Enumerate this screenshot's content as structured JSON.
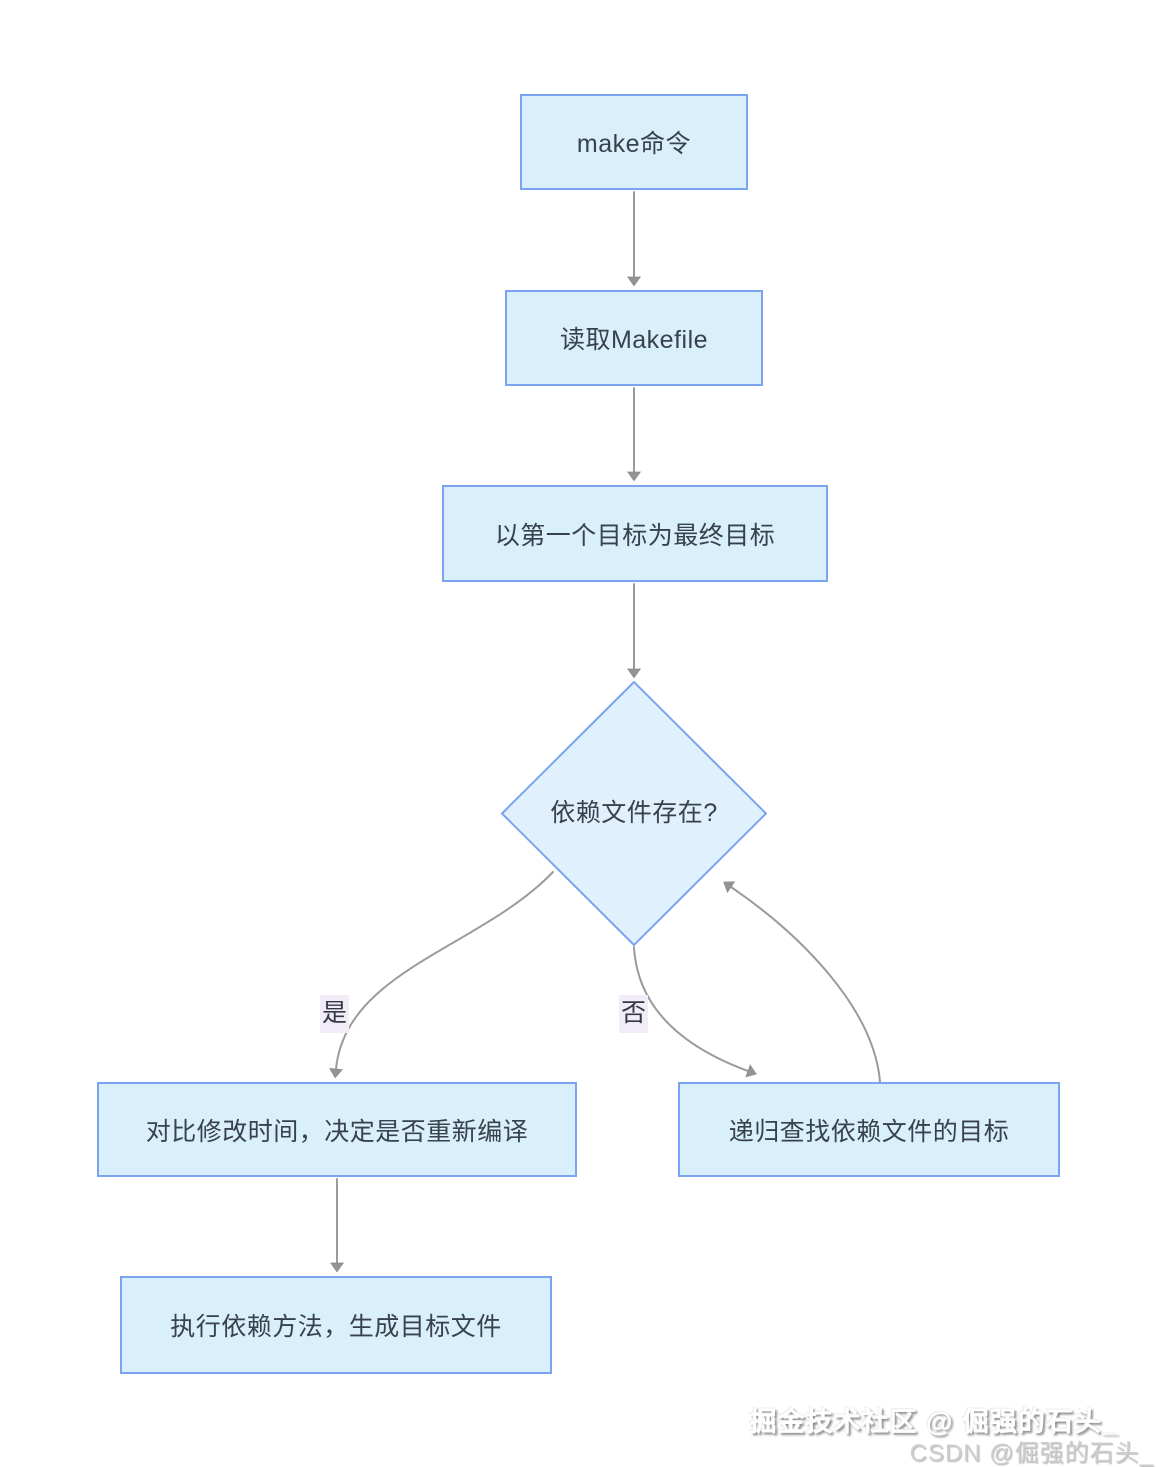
{
  "nodes": {
    "start": {
      "label": "make命令"
    },
    "read_makefile": {
      "label": "读取Makefile"
    },
    "first_target": {
      "label": "以第一个目标为最终目标"
    },
    "dependency_exists": {
      "label": "依赖文件存在?"
    },
    "compare_time": {
      "label": "对比修改时间，决定是否重新编译"
    },
    "recursive_find": {
      "label": "递归查找依赖文件的目标"
    },
    "execute_build": {
      "label": "执行依赖方法，生成目标文件"
    }
  },
  "edges": {
    "yes_label": "是",
    "no_label": "否"
  },
  "watermark": {
    "juejin": "掘金技术社区 @ 倔强的石头_",
    "csdn": "CSDN @倔强的石头_"
  },
  "colors": {
    "node_fill": "#d9effc",
    "diamond_fill": "#e0f1fd",
    "node_border": "#7aa4ef",
    "edge": "#9b9b9b",
    "label_bg": "#f2ecf9",
    "text": "#38424b"
  }
}
